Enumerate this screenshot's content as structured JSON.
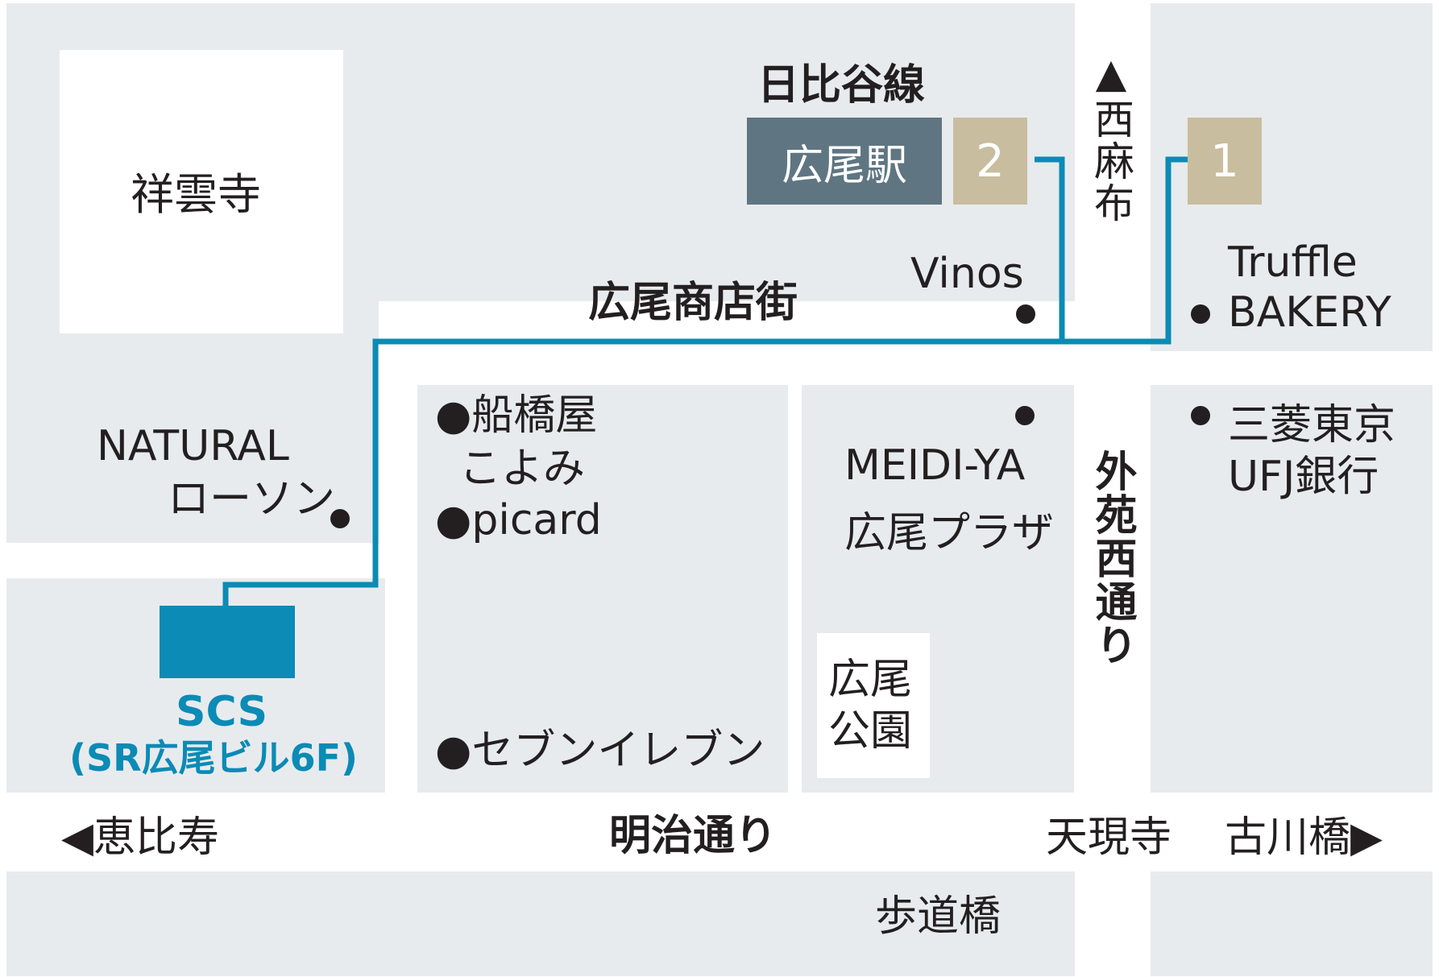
{
  "colors": {
    "block": "#e8ebee",
    "route": "#0b8bb5",
    "station": "#5f7682",
    "exit": "#c8bd9e",
    "text": "#231f20"
  },
  "station": {
    "line": "日比谷線",
    "name": "広尾駅",
    "exits": [
      "2",
      "1"
    ]
  },
  "landmarks": {
    "shounji": "祥雲寺",
    "vinos": "Vinos",
    "truffle_line1": "Truffle",
    "truffle_line2": "BAKERY",
    "natural_line1": "NATURAL",
    "natural_line2": "ローソン",
    "funabashiya_line1": "●船橋屋",
    "funabashiya_line2": "こよみ",
    "picard": "●picard",
    "seven": "●セブンイレブン",
    "meidiya_line1": "MEIDI-YA",
    "meidiya_line2": "広尾プラザ",
    "mufg_line1": "三菱東京",
    "mufg_line2": "UFJ銀行",
    "park_line1": "広尾",
    "park_line2": "公園"
  },
  "destination": {
    "name": "SCS",
    "detail": "(SR広尾ビル6F)"
  },
  "streets": {
    "shopping": "広尾商店街",
    "meiji": "明治通り",
    "gaien": "外苑西通り",
    "nishiazabu": "▲西麻布",
    "ebisu": "◀恵比寿",
    "tengenji": "天現寺",
    "furukawabashi": "古川橋▶",
    "hodoukyou": "歩道橋"
  }
}
